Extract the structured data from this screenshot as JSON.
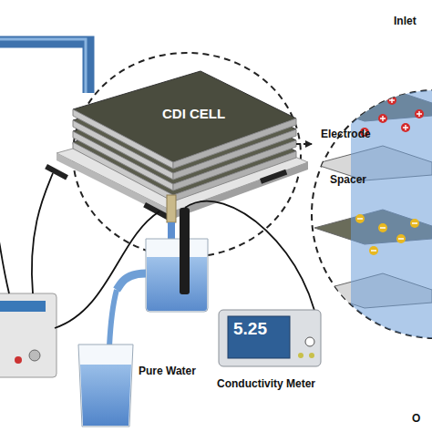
{
  "diagram": {
    "nodes": [
      {
        "text": [
          "CDI CELL"
        ]
      },
      {
        "text": [
          "Inlet",
          "Electrode",
          "Spacer",
          "O"
        ]
      },
      {
        "text": [
          "Pure Water"
        ]
      },
      {
        "text": [
          "5.25",
          "Conductivity Meter"
        ]
      }
    ],
    "edges": [
      {
        "from": 0,
        "to": 1,
        "arrow": "to"
      }
    ]
  }
}
